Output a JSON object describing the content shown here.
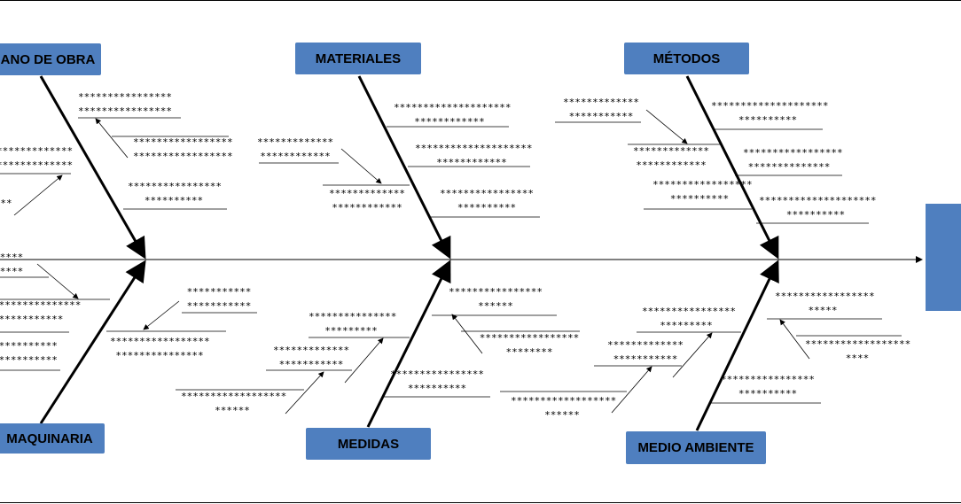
{
  "categories": {
    "mano_de_obra": "ANO DE OBRA",
    "materiales": "MATERIALES",
    "metodos": "MÉTODOS",
    "maquinaria": "MAQUINARIA",
    "medidas": "MEDIDAS",
    "medio_ambiente": "MEDIO AMBIENTE"
  },
  "causes": {
    "mo_1": [
      "****************",
      "****************"
    ],
    "mo_2": [
      "*****************",
      "*****************"
    ],
    "mo_3": [
      "****************",
      "**********"
    ],
    "mo_4": [
      "*************",
      "*************"
    ],
    "mo_5": [
      "**"
    ],
    "mat_1": [
      "********************",
      "************"
    ],
    "mat_2": [
      "*************",
      "************"
    ],
    "mat_3": [
      "********************",
      "************"
    ],
    "mat_4": [
      "*************",
      "************"
    ],
    "mat_5": [
      "****************",
      "**********"
    ],
    "met_1": [
      "*************",
      "***********"
    ],
    "met_2": [
      "********************",
      "**********"
    ],
    "met_3": [
      "*************",
      "************"
    ],
    "met_4": [
      "*****************",
      "**************"
    ],
    "met_5": [
      "*****************",
      "**********"
    ],
    "met_6": [
      "********************",
      "**********"
    ],
    "maq_1": [
      "****",
      "****"
    ],
    "maq_2": [
      "***************",
      "***********"
    ],
    "maq_3": [
      "***********",
      "***********"
    ],
    "maq_4": [
      "***********",
      "***********"
    ],
    "maq_5": [
      "*****************",
      "***************"
    ],
    "med_1": [
      "****************",
      "******"
    ],
    "med_2": [
      "***************",
      "*********"
    ],
    "med_3": [
      "*****************",
      "********"
    ],
    "med_4": [
      "*************",
      "***********"
    ],
    "med_5": [
      "******************",
      "******"
    ],
    "med_6": [
      "****************",
      "**********"
    ],
    "amb_1": [
      "****************",
      "*********"
    ],
    "amb_2": [
      "*****************",
      "*****"
    ],
    "amb_3": [
      "*************",
      "***********"
    ],
    "amb_4": [
      "******************",
      "****"
    ],
    "amb_5": [
      "******************",
      "******"
    ],
    "amb_6": [
      "****************",
      "**********"
    ]
  },
  "colors": {
    "box": "#4f7fbf",
    "line": "#000000"
  }
}
